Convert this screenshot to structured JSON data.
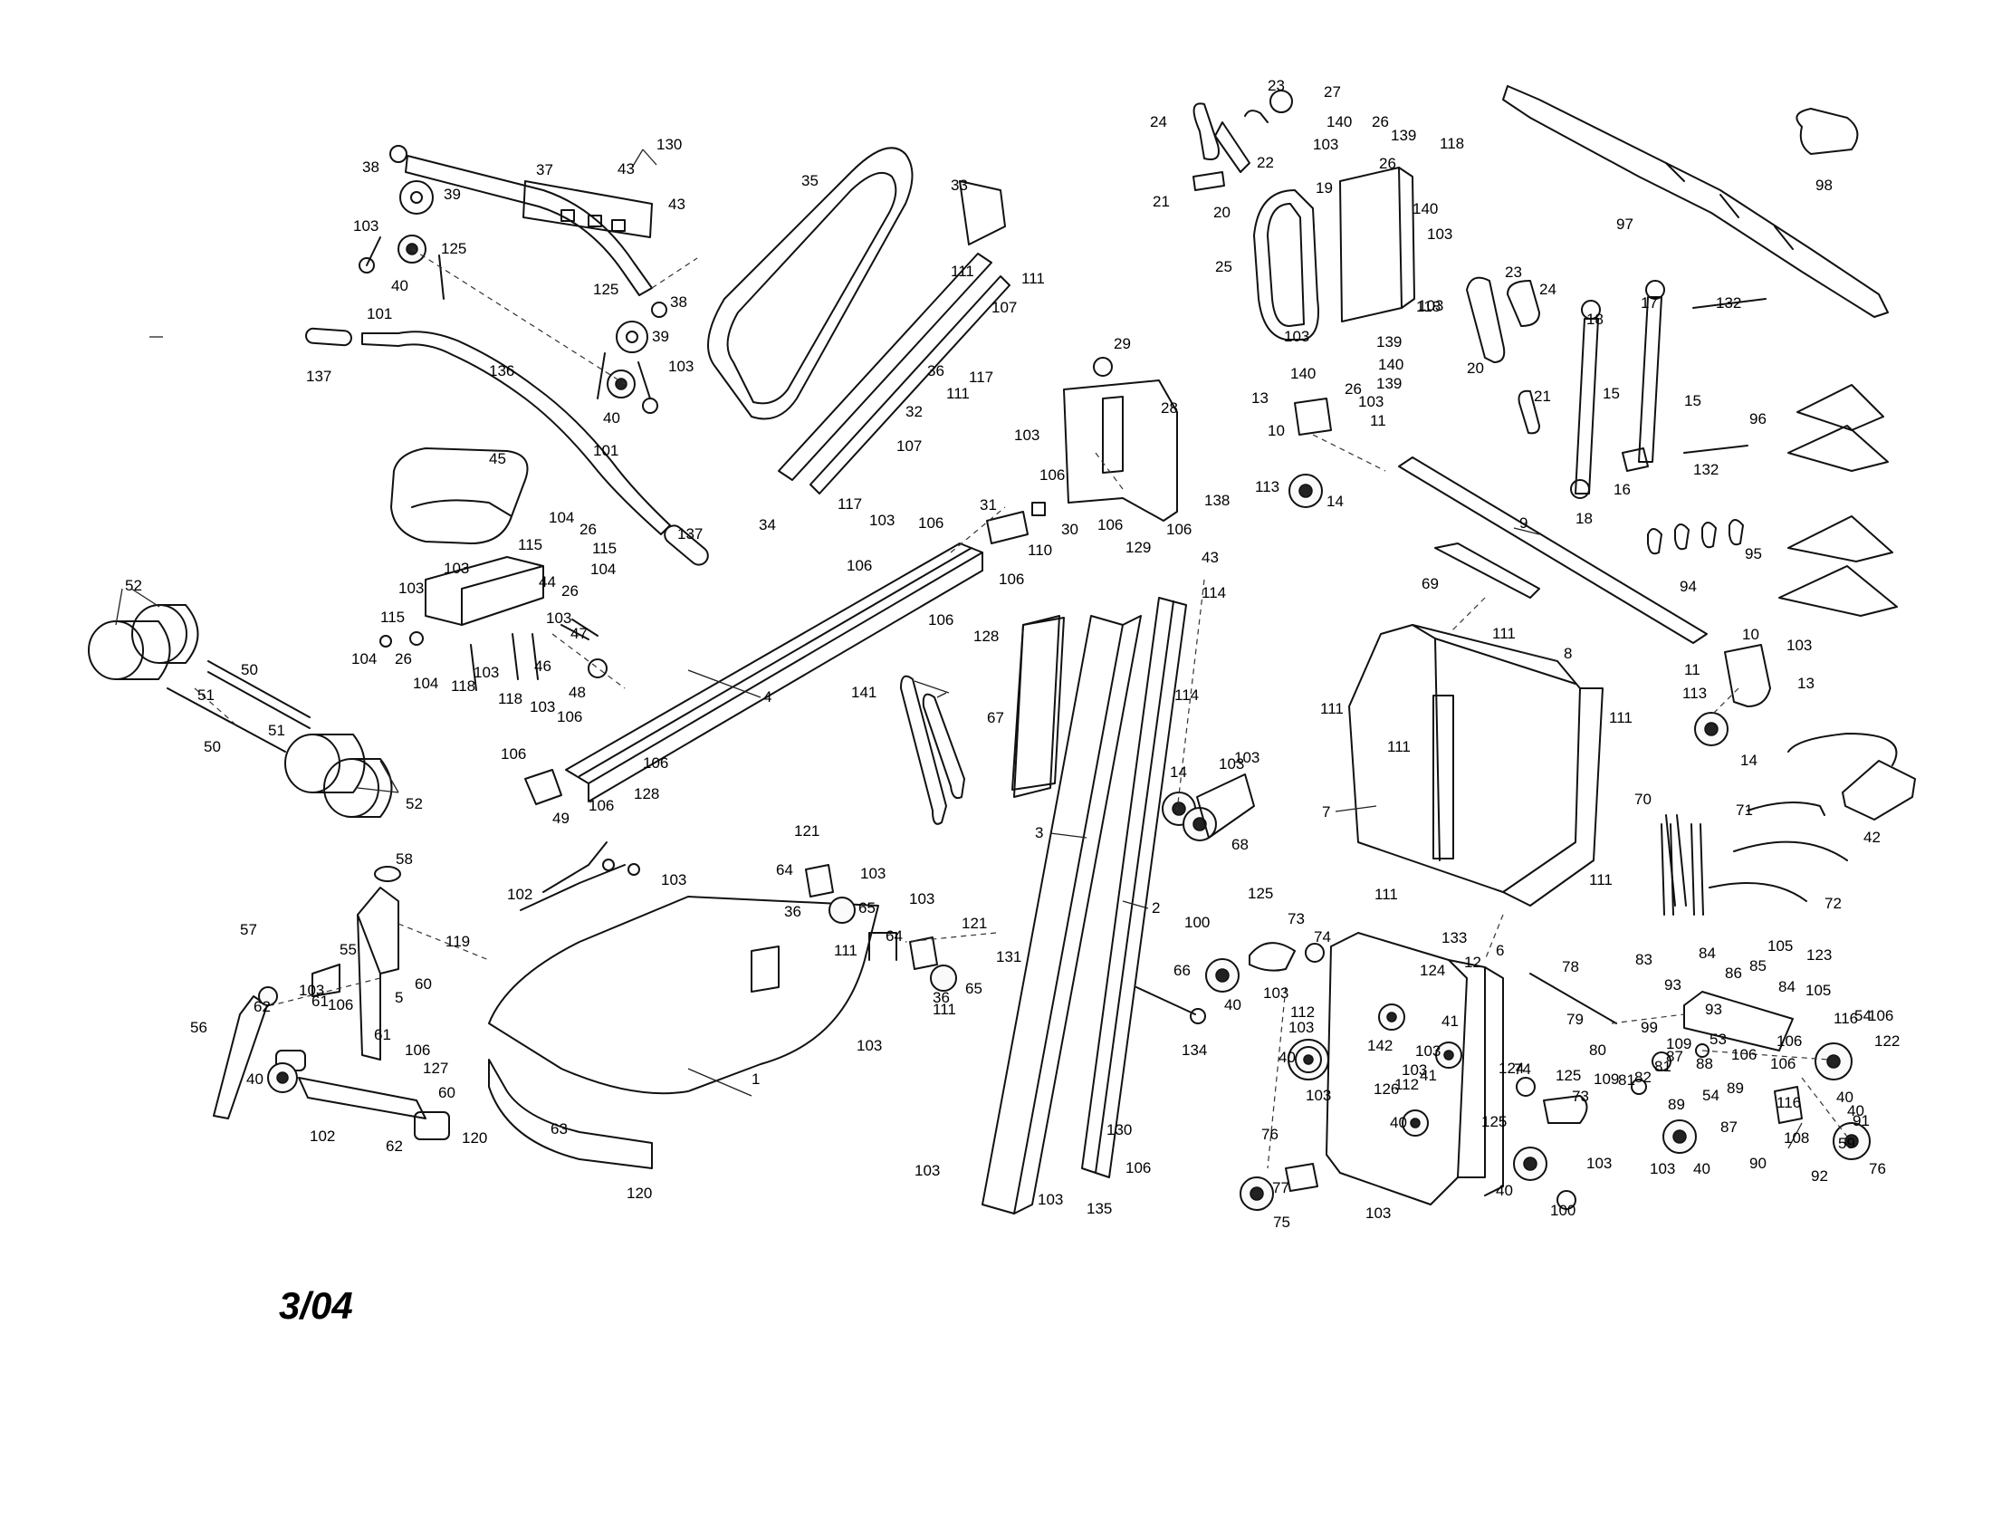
{
  "date_code": "3/04",
  "callouts": [
    {
      "id": "c1",
      "text": "1"
    },
    {
      "id": "c2",
      "text": "2"
    },
    {
      "id": "c3",
      "text": "3"
    },
    {
      "id": "c4",
      "text": "4"
    },
    {
      "id": "c5",
      "text": "5"
    },
    {
      "id": "c6",
      "text": "6"
    },
    {
      "id": "c7",
      "text": "7"
    },
    {
      "id": "c8",
      "text": "8"
    },
    {
      "id": "c9",
      "text": "9"
    },
    {
      "id": "c10",
      "text": "10"
    },
    {
      "id": "c10b",
      "text": "10"
    },
    {
      "id": "c11",
      "text": "11"
    },
    {
      "id": "c11b",
      "text": "11"
    },
    {
      "id": "c12",
      "text": "12"
    },
    {
      "id": "c13",
      "text": "13"
    },
    {
      "id": "c13b",
      "text": "13"
    },
    {
      "id": "c14",
      "text": "14"
    },
    {
      "id": "c14b",
      "text": "14"
    },
    {
      "id": "c14c",
      "text": "14"
    },
    {
      "id": "c15",
      "text": "15"
    },
    {
      "id": "c15b",
      "text": "15"
    },
    {
      "id": "c16",
      "text": "16"
    },
    {
      "id": "c17",
      "text": "17"
    },
    {
      "id": "c18",
      "text": "18"
    },
    {
      "id": "c18b",
      "text": "18"
    },
    {
      "id": "c19",
      "text": "19"
    },
    {
      "id": "c20",
      "text": "20"
    },
    {
      "id": "c20b",
      "text": "20"
    },
    {
      "id": "c21",
      "text": "21"
    },
    {
      "id": "c21b",
      "text": "21"
    },
    {
      "id": "c22",
      "text": "22"
    },
    {
      "id": "c23",
      "text": "23"
    },
    {
      "id": "c23b",
      "text": "23"
    },
    {
      "id": "c24",
      "text": "24"
    },
    {
      "id": "c24b",
      "text": "24"
    },
    {
      "id": "c25",
      "text": "25"
    },
    {
      "id": "c26",
      "text": "26"
    },
    {
      "id": "c26b",
      "text": "26"
    },
    {
      "id": "c26c",
      "text": "26"
    },
    {
      "id": "c26d",
      "text": "26"
    },
    {
      "id": "c26e",
      "text": "26"
    },
    {
      "id": "c26f",
      "text": "26"
    },
    {
      "id": "c27",
      "text": "27"
    },
    {
      "id": "c28",
      "text": "28"
    },
    {
      "id": "c29",
      "text": "29"
    },
    {
      "id": "c30",
      "text": "30"
    },
    {
      "id": "c31",
      "text": "31"
    },
    {
      "id": "c32",
      "text": "32"
    },
    {
      "id": "c33",
      "text": "33"
    },
    {
      "id": "c34",
      "text": "34"
    },
    {
      "id": "c35",
      "text": "35"
    },
    {
      "id": "c36",
      "text": "36"
    },
    {
      "id": "c36b",
      "text": "36"
    },
    {
      "id": "c36c",
      "text": "36"
    },
    {
      "id": "c37",
      "text": "37"
    },
    {
      "id": "c38",
      "text": "38"
    },
    {
      "id": "c38b",
      "text": "38"
    },
    {
      "id": "c39",
      "text": "39"
    },
    {
      "id": "c39b",
      "text": "39"
    },
    {
      "id": "c40",
      "text": "40"
    },
    {
      "id": "c40b",
      "text": "40"
    },
    {
      "id": "c40c",
      "text": "40"
    },
    {
      "id": "c40d",
      "text": "40"
    },
    {
      "id": "c40e",
      "text": "40"
    },
    {
      "id": "c40f",
      "text": "40"
    },
    {
      "id": "c40g",
      "text": "40"
    },
    {
      "id": "c40h",
      "text": "40"
    },
    {
      "id": "c40i",
      "text": "40"
    },
    {
      "id": "c40j",
      "text": "40"
    },
    {
      "id": "c41",
      "text": "41"
    },
    {
      "id": "c41b",
      "text": "41"
    },
    {
      "id": "c42",
      "text": "42"
    },
    {
      "id": "c43",
      "text": "43"
    },
    {
      "id": "c43b",
      "text": "43"
    },
    {
      "id": "c43c",
      "text": "43"
    },
    {
      "id": "c44",
      "text": "44"
    },
    {
      "id": "c45",
      "text": "45"
    },
    {
      "id": "c46",
      "text": "46"
    },
    {
      "id": "c47",
      "text": "47"
    },
    {
      "id": "c48",
      "text": "48"
    },
    {
      "id": "c49",
      "text": "49"
    },
    {
      "id": "c50",
      "text": "50"
    },
    {
      "id": "c50b",
      "text": "50"
    },
    {
      "id": "c51",
      "text": "51"
    },
    {
      "id": "c51b",
      "text": "51"
    },
    {
      "id": "c52",
      "text": "52"
    },
    {
      "id": "c52b",
      "text": "52"
    },
    {
      "id": "c53",
      "text": "53"
    },
    {
      "id": "c54",
      "text": "54"
    },
    {
      "id": "c54b",
      "text": "54"
    },
    {
      "id": "c55",
      "text": "55"
    },
    {
      "id": "c56",
      "text": "56"
    },
    {
      "id": "c57",
      "text": "57"
    },
    {
      "id": "c58",
      "text": "58"
    },
    {
      "id": "c59",
      "text": "59"
    },
    {
      "id": "c60",
      "text": "60"
    },
    {
      "id": "c60b",
      "text": "60"
    },
    {
      "id": "c61",
      "text": "61"
    },
    {
      "id": "c61b",
      "text": "61"
    },
    {
      "id": "c62",
      "text": "62"
    },
    {
      "id": "c62b",
      "text": "62"
    },
    {
      "id": "c63",
      "text": "63"
    },
    {
      "id": "c64",
      "text": "64"
    },
    {
      "id": "c64b",
      "text": "64"
    },
    {
      "id": "c65",
      "text": "65"
    },
    {
      "id": "c65b",
      "text": "65"
    },
    {
      "id": "c66",
      "text": "66"
    },
    {
      "id": "c67",
      "text": "67"
    },
    {
      "id": "c68",
      "text": "68"
    },
    {
      "id": "c69",
      "text": "69"
    },
    {
      "id": "c70",
      "text": "70"
    },
    {
      "id": "c71",
      "text": "71"
    },
    {
      "id": "c72",
      "text": "72"
    },
    {
      "id": "c73",
      "text": "73"
    },
    {
      "id": "c73b",
      "text": "73"
    },
    {
      "id": "c74",
      "text": "74"
    },
    {
      "id": "c74b",
      "text": "74"
    },
    {
      "id": "c75",
      "text": "75"
    },
    {
      "id": "c76",
      "text": "76"
    },
    {
      "id": "c76b",
      "text": "76"
    },
    {
      "id": "c77",
      "text": "77"
    },
    {
      "id": "c78",
      "text": "78"
    },
    {
      "id": "c79",
      "text": "79"
    },
    {
      "id": "c80",
      "text": "80"
    },
    {
      "id": "c81",
      "text": "81"
    },
    {
      "id": "c81b",
      "text": "81"
    },
    {
      "id": "c82",
      "text": "82"
    },
    {
      "id": "c83",
      "text": "83"
    },
    {
      "id": "c84",
      "text": "84"
    },
    {
      "id": "c84b",
      "text": "84"
    },
    {
      "id": "c85",
      "text": "85"
    },
    {
      "id": "c86",
      "text": "86"
    },
    {
      "id": "c87",
      "text": "87"
    },
    {
      "id": "c87b",
      "text": "87"
    },
    {
      "id": "c88",
      "text": "88"
    },
    {
      "id": "c89",
      "text": "89"
    },
    {
      "id": "c89b",
      "text": "89"
    },
    {
      "id": "c90",
      "text": "90"
    },
    {
      "id": "c91",
      "text": "91"
    },
    {
      "id": "c92",
      "text": "92"
    },
    {
      "id": "c93",
      "text": "93"
    },
    {
      "id": "c93b",
      "text": "93"
    },
    {
      "id": "c94",
      "text": "94"
    },
    {
      "id": "c95",
      "text": "95"
    },
    {
      "id": "c96",
      "text": "96"
    },
    {
      "id": "c97",
      "text": "97"
    },
    {
      "id": "c98",
      "text": "98"
    },
    {
      "id": "c99",
      "text": "99"
    },
    {
      "id": "c100",
      "text": "100"
    },
    {
      "id": "c100b",
      "text": "100"
    },
    {
      "id": "c101",
      "text": "101"
    },
    {
      "id": "c101b",
      "text": "101"
    },
    {
      "id": "c102",
      "text": "102"
    },
    {
      "id": "c102b",
      "text": "102"
    },
    {
      "id": "c103",
      "text": "103"
    },
    {
      "id": "c103b",
      "text": "103"
    },
    {
      "id": "c103c",
      "text": "103"
    },
    {
      "id": "c103d",
      "text": "103"
    },
    {
      "id": "c103e",
      "text": "103"
    },
    {
      "id": "c103f",
      "text": "103"
    },
    {
      "id": "c103g",
      "text": "103"
    },
    {
      "id": "c103h",
      "text": "103"
    },
    {
      "id": "c103i",
      "text": "103"
    },
    {
      "id": "c103j",
      "text": "103"
    },
    {
      "id": "c103k",
      "text": "103"
    },
    {
      "id": "c103l",
      "text": "103"
    },
    {
      "id": "c103m",
      "text": "103"
    },
    {
      "id": "c103n",
      "text": "103"
    },
    {
      "id": "c103o",
      "text": "103"
    },
    {
      "id": "c103p",
      "text": "103"
    },
    {
      "id": "c103q",
      "text": "103"
    },
    {
      "id": "c103r",
      "text": "103"
    },
    {
      "id": "c103s",
      "text": "103"
    },
    {
      "id": "c103t",
      "text": "103"
    },
    {
      "id": "c103u",
      "text": "103"
    },
    {
      "id": "c103v",
      "text": "103"
    },
    {
      "id": "c103w",
      "text": "103"
    },
    {
      "id": "c103x",
      "text": "103"
    },
    {
      "id": "c103y",
      "text": "103"
    },
    {
      "id": "c103z",
      "text": "103"
    },
    {
      "id": "c103aa",
      "text": "103"
    },
    {
      "id": "c103ab",
      "text": "103"
    },
    {
      "id": "c103ac",
      "text": "103"
    },
    {
      "id": "c103ad",
      "text": "103"
    },
    {
      "id": "c103ae",
      "text": "103"
    },
    {
      "id": "c103af",
      "text": "103"
    },
    {
      "id": "c104",
      "text": "104"
    },
    {
      "id": "c104b",
      "text": "104"
    },
    {
      "id": "c104c",
      "text": "104"
    },
    {
      "id": "c104d",
      "text": "104"
    },
    {
      "id": "c105",
      "text": "105"
    },
    {
      "id": "c105b",
      "text": "105"
    },
    {
      "id": "c106",
      "text": "106"
    },
    {
      "id": "c106b",
      "text": "106"
    },
    {
      "id": "c106c",
      "text": "106"
    },
    {
      "id": "c106d",
      "text": "106"
    },
    {
      "id": "c106e",
      "text": "106"
    },
    {
      "id": "c106f",
      "text": "106"
    },
    {
      "id": "c106g",
      "text": "106"
    },
    {
      "id": "c106h",
      "text": "106"
    },
    {
      "id": "c106i",
      "text": "106"
    },
    {
      "id": "c106j",
      "text": "106"
    },
    {
      "id": "c106k",
      "text": "106"
    },
    {
      "id": "c106l",
      "text": "106"
    },
    {
      "id": "c106m",
      "text": "106"
    },
    {
      "id": "c106n",
      "text": "106"
    },
    {
      "id": "c106o",
      "text": "106"
    },
    {
      "id": "c106p",
      "text": "106"
    },
    {
      "id": "c106q",
      "text": "106"
    },
    {
      "id": "c106r",
      "text": "106"
    },
    {
      "id": "c107",
      "text": "107"
    },
    {
      "id": "c107b",
      "text": "107"
    },
    {
      "id": "c108",
      "text": "108"
    },
    {
      "id": "c109",
      "text": "109"
    },
    {
      "id": "c109b",
      "text": "109"
    },
    {
      "id": "c110",
      "text": "110"
    },
    {
      "id": "c111",
      "text": "111"
    },
    {
      "id": "c111b",
      "text": "111"
    },
    {
      "id": "c111c",
      "text": "111"
    },
    {
      "id": "c111d",
      "text": "111"
    },
    {
      "id": "c111e",
      "text": "111"
    },
    {
      "id": "c111f",
      "text": "111"
    },
    {
      "id": "c111g",
      "text": "111"
    },
    {
      "id": "c111h",
      "text": "111"
    },
    {
      "id": "c111i",
      "text": "111"
    },
    {
      "id": "c111j",
      "text": "111"
    },
    {
      "id": "c111k",
      "text": "111"
    },
    {
      "id": "c112",
      "text": "112"
    },
    {
      "id": "c112b",
      "text": "112"
    },
    {
      "id": "c113",
      "text": "113"
    },
    {
      "id": "c113b",
      "text": "113"
    },
    {
      "id": "c114",
      "text": "114"
    },
    {
      "id": "c114b",
      "text": "114"
    },
    {
      "id": "c115",
      "text": "115"
    },
    {
      "id": "c115b",
      "text": "115"
    },
    {
      "id": "c115c",
      "text": "115"
    },
    {
      "id": "c116",
      "text": "116"
    },
    {
      "id": "c116b",
      "text": "116"
    },
    {
      "id": "c117",
      "text": "117"
    },
    {
      "id": "c117b",
      "text": "117"
    },
    {
      "id": "c118",
      "text": "118"
    },
    {
      "id": "c118b",
      "text": "118"
    },
    {
      "id": "c118c",
      "text": "118"
    },
    {
      "id": "c118d",
      "text": "118"
    },
    {
      "id": "c119",
      "text": "119"
    },
    {
      "id": "c120",
      "text": "120"
    },
    {
      "id": "c120b",
      "text": "120"
    },
    {
      "id": "c121",
      "text": "121"
    },
    {
      "id": "c121b",
      "text": "121"
    },
    {
      "id": "c122",
      "text": "122"
    },
    {
      "id": "c123",
      "text": "123"
    },
    {
      "id": "c124",
      "text": "124"
    },
    {
      "id": "c124b",
      "text": "124"
    },
    {
      "id": "c125",
      "text": "125"
    },
    {
      "id": "c125b",
      "text": "125"
    },
    {
      "id": "c125c",
      "text": "125"
    },
    {
      "id": "c125d",
      "text": "125"
    },
    {
      "id": "c125e",
      "text": "125"
    },
    {
      "id": "c126",
      "text": "126"
    },
    {
      "id": "c127",
      "text": "127"
    },
    {
      "id": "c128",
      "text": "128"
    },
    {
      "id": "c128b",
      "text": "128"
    },
    {
      "id": "c129",
      "text": "129"
    },
    {
      "id": "c130",
      "text": "130"
    },
    {
      "id": "c130b",
      "text": "130"
    },
    {
      "id": "c131",
      "text": "131"
    },
    {
      "id": "c132",
      "text": "132"
    },
    {
      "id": "c132b",
      "text": "132"
    },
    {
      "id": "c133",
      "text": "133"
    },
    {
      "id": "c134",
      "text": "134"
    },
    {
      "id": "c135",
      "text": "135"
    },
    {
      "id": "c136",
      "text": "136"
    },
    {
      "id": "c137",
      "text": "137"
    },
    {
      "id": "c137b",
      "text": "137"
    },
    {
      "id": "c138",
      "text": "138"
    },
    {
      "id": "c139",
      "text": "139"
    },
    {
      "id": "c139b",
      "text": "139"
    },
    {
      "id": "c139c",
      "text": "139"
    },
    {
      "id": "c140",
      "text": "140"
    },
    {
      "id": "c140b",
      "text": "140"
    },
    {
      "id": "c140c",
      "text": "140"
    },
    {
      "id": "c140d",
      "text": "140"
    },
    {
      "id": "c141",
      "text": "141"
    },
    {
      "id": "c142",
      "text": "142"
    }
  ]
}
